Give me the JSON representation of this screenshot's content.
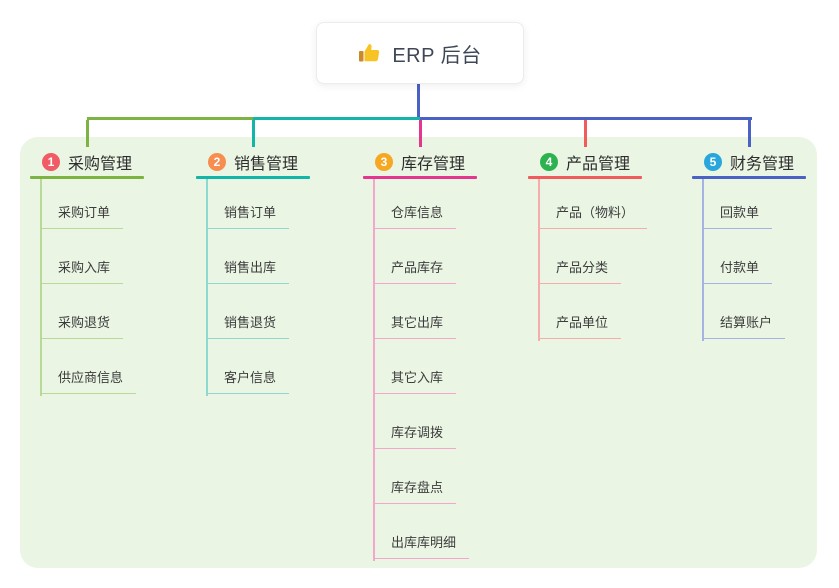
{
  "root": {
    "title": "ERP 后台",
    "icon": "thumbs-up-icon"
  },
  "panel": {
    "background": "#eaf5e4"
  },
  "connector_color": "#4a61c5",
  "branches": [
    {
      "num": "1",
      "title": "采购管理",
      "badge_color": "#f05b65",
      "line_color": "#7cb342",
      "child_line_color": "#b7db96",
      "children": [
        "采购订单",
        "采购入库",
        "采购退货",
        "供应商信息"
      ]
    },
    {
      "num": "2",
      "title": "销售管理",
      "badge_color": "#f78d4e",
      "line_color": "#12b5a8",
      "child_line_color": "#8ed9cf",
      "children": [
        "销售订单",
        "销售出库",
        "销售退货",
        "客户信息"
      ]
    },
    {
      "num": "3",
      "title": "库存管理",
      "badge_color": "#f6a823",
      "line_color": "#e5368f",
      "child_line_color": "#f4a6cc",
      "children": [
        "仓库信息",
        "产品库存",
        "其它出库",
        "其它入库",
        "库存调拨",
        "库存盘点",
        "出库库明细"
      ]
    },
    {
      "num": "4",
      "title": "产品管理",
      "badge_color": "#2cb350",
      "line_color": "#f15b5b",
      "child_line_color": "#f6acac",
      "children": [
        "产品（物料）",
        "产品分类",
        "产品单位"
      ]
    },
    {
      "num": "5",
      "title": "财务管理",
      "badge_color": "#29a7dd",
      "line_color": "#4a61c5",
      "child_line_color": "#a6b2e2",
      "children": [
        "回款单",
        "付款单",
        "结算账户"
      ]
    }
  ]
}
